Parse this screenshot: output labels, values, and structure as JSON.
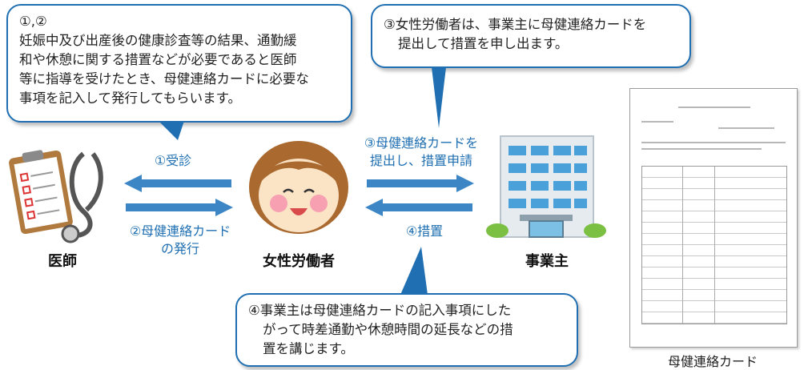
{
  "bubble_doctor": {
    "line1": "①,②",
    "line2": "妊娠中及び出産後の健康診査等の結果、通勤緩",
    "line3": "和や休憩に関する措置などが必要であると医師",
    "line4": "等に指導を受けたとき、母健連絡カードに必要な",
    "line5": "事項を記入して発行してもらいます。"
  },
  "bubble_submit": {
    "line1": "③女性労働者は、事業主に母健連絡カードを",
    "line2": "提出して措置を申し出ます。"
  },
  "bubble_employer": {
    "line1": "④事業主は母健連絡カードの記入事項にした",
    "line2": "がって時差通勤や休憩時間の延長などの措",
    "line3": "置を講じます。"
  },
  "arrows": {
    "consult": "①受診",
    "issue_line1": "②母健連絡カード",
    "issue_line2": "の発行",
    "submit_line1": "③母健連絡カードを",
    "submit_line2": "提出し、措置申請",
    "measure": "④措置"
  },
  "actors": {
    "doctor": "医師",
    "worker": "女性労働者",
    "employer": "事業主"
  },
  "card_caption": "母健連絡カード",
  "colors": {
    "accent": "#1f6fb2",
    "arrow": "#3d86c6"
  }
}
